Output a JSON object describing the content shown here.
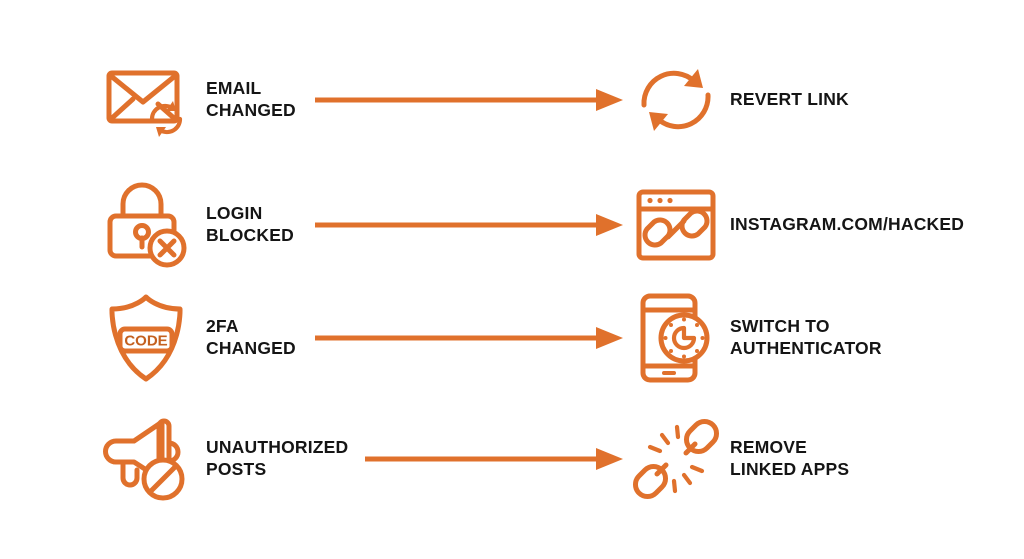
{
  "diagram": {
    "title": "Instagram account compromise indicators and remediation actions",
    "type": "cause-effect-flow",
    "accent_color": "#E0712C",
    "text_color": "#151515",
    "background_color": "#FFFFFF",
    "arrow_direction": "left-to-right",
    "rows": [
      {
        "cause_icon": "envelope-refresh-icon",
        "cause_label": "EMAIL\nCHANGED",
        "arrow": "arrow-right",
        "effect_icon": "refresh-cycle-icon",
        "effect_label": "REVERT LINK",
        "arrow_start": 315,
        "arrow_end": 623
      },
      {
        "cause_icon": "padlock-blocked-icon",
        "cause_label": "LOGIN\nBLOCKED",
        "arrow": "arrow-right",
        "effect_icon": "browser-window-link-icon",
        "effect_label": "INSTAGRAM.COM/HACKED",
        "arrow_start": 315,
        "arrow_end": 623
      },
      {
        "cause_icon": "shield-code-icon",
        "cause_label": "2FA\nCHANGED",
        "arrow": "arrow-right",
        "effect_icon": "phone-authenticator-icon",
        "effect_label": "SWITCH TO\nAUTHENTICATOR",
        "arrow_start": 315,
        "arrow_end": 623
      },
      {
        "cause_icon": "megaphone-banned-icon",
        "cause_label": "UNAUTHORIZED\nPOSTS",
        "arrow": "arrow-right",
        "effect_icon": "broken-chain-link-icon",
        "effect_label": "REMOVE\nLINKED APPS",
        "arrow_start": 365,
        "arrow_end": 623
      }
    ],
    "icon_badges": {
      "shield_code_text": "CODE"
    }
  }
}
